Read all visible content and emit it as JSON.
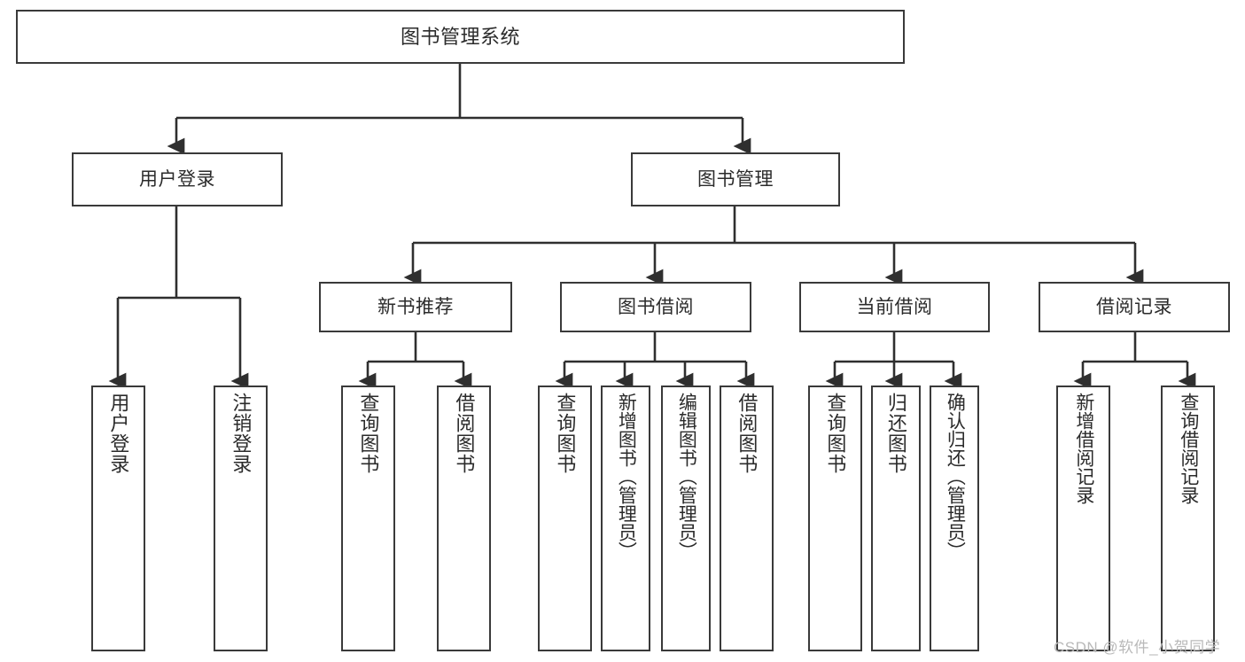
{
  "diagram": {
    "title": "图书管理系统",
    "type": "tree",
    "background_color": "#ffffff",
    "node_border_color": "#3a3a3a",
    "node_fill_color": "#ffffff",
    "edge_color": "#2f2f2f",
    "text_color": "#2b2b2b"
  },
  "watermark": {
    "text": "CSDN @软件_小贺同学",
    "color": "#b9b9b9"
  },
  "nodes": {
    "root": {
      "label": "图书管理系统"
    },
    "level1": [
      {
        "id": "user-login",
        "label": "用户登录"
      },
      {
        "id": "book-management",
        "label": "图书管理"
      }
    ],
    "level2": [
      {
        "id": "new-book-recommend",
        "label": "新书推荐"
      },
      {
        "id": "book-borrow",
        "label": "图书借阅"
      },
      {
        "id": "current-borrow",
        "label": "当前借阅"
      },
      {
        "id": "borrow-record",
        "label": "借阅记录"
      }
    ],
    "leaves": [
      {
        "id": "leaf-user-login",
        "label": "用户登录",
        "parent": "user-login"
      },
      {
        "id": "leaf-logout-login",
        "label": "注销登录",
        "parent": "user-login"
      },
      {
        "id": "leaf-query-book-1",
        "label": "查询图书",
        "parent": "new-book-recommend"
      },
      {
        "id": "leaf-borrow-book-1",
        "label": "借阅图书",
        "parent": "new-book-recommend"
      },
      {
        "id": "leaf-query-book-2",
        "label": "查询图书",
        "parent": "book-borrow"
      },
      {
        "id": "leaf-add-book",
        "label": "新增图书（管理员）",
        "parent": "book-borrow"
      },
      {
        "id": "leaf-edit-book",
        "label": "编辑图书（管理员）",
        "parent": "book-borrow"
      },
      {
        "id": "leaf-borrow-book-2",
        "label": "借阅图书",
        "parent": "book-borrow"
      },
      {
        "id": "leaf-query-book-3",
        "label": "查询图书",
        "parent": "current-borrow"
      },
      {
        "id": "leaf-return-book",
        "label": "归还图书",
        "parent": "current-borrow"
      },
      {
        "id": "leaf-confirm-return",
        "label": "确认归还（管理员）",
        "parent": "current-borrow"
      },
      {
        "id": "leaf-add-record",
        "label": "新增借阅记录",
        "parent": "borrow-record"
      },
      {
        "id": "leaf-query-record",
        "label": "查询借阅记录",
        "parent": "borrow-record"
      }
    ]
  }
}
